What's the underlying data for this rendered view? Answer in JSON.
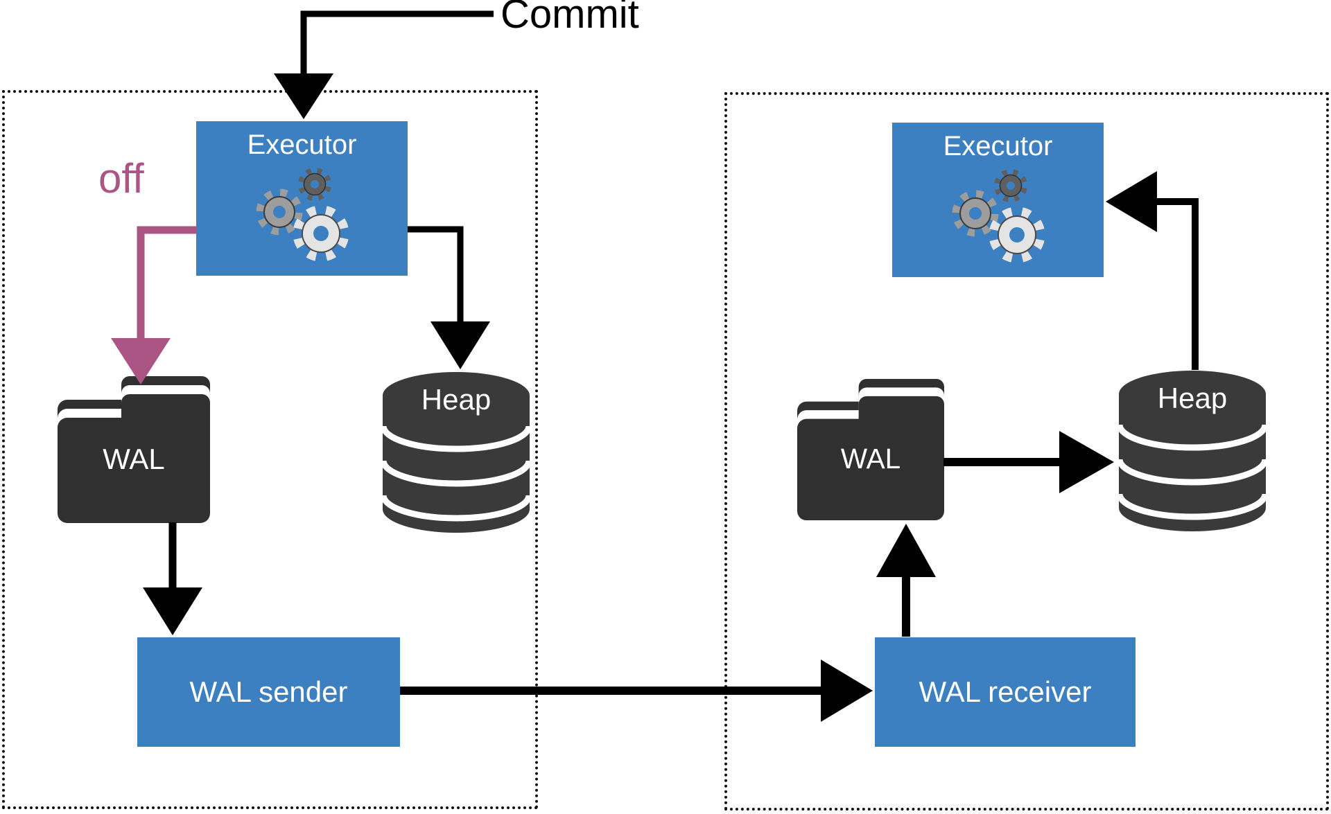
{
  "diagram": {
    "title_hint": "PostgreSQL streaming replication data flow",
    "commit_label": "Commit",
    "off_label": "off",
    "colors": {
      "box_blue": "#3d80c2",
      "folder_dark": "#303030",
      "heap_dark": "#3a3a3a",
      "purple": "#aa5583",
      "arrow_black": "#000000",
      "border_dotted": "#111111",
      "label_white": "#ffffff"
    },
    "primary": {
      "executor_label": "Executor",
      "wal_label": "WAL",
      "heap_label": "Heap",
      "wal_sender_label": "WAL sender"
    },
    "replica": {
      "executor_label": "Executor",
      "wal_label": "WAL",
      "heap_label": "Heap",
      "wal_receiver_label": "WAL receiver"
    },
    "arrows": [
      {
        "from": "commit",
        "to": "primary-executor",
        "color": "black"
      },
      {
        "from": "primary-executor",
        "to": "primary-wal",
        "color": "purple",
        "label": "off"
      },
      {
        "from": "primary-executor",
        "to": "primary-heap",
        "color": "black"
      },
      {
        "from": "primary-wal",
        "to": "primary-wal-sender",
        "color": "black"
      },
      {
        "from": "primary-wal-sender",
        "to": "replica-wal-receiver",
        "color": "black"
      },
      {
        "from": "replica-wal-receiver",
        "to": "replica-wal",
        "color": "black"
      },
      {
        "from": "replica-wal",
        "to": "replica-heap",
        "color": "black"
      },
      {
        "from": "replica-heap",
        "to": "replica-executor",
        "color": "black"
      }
    ]
  }
}
